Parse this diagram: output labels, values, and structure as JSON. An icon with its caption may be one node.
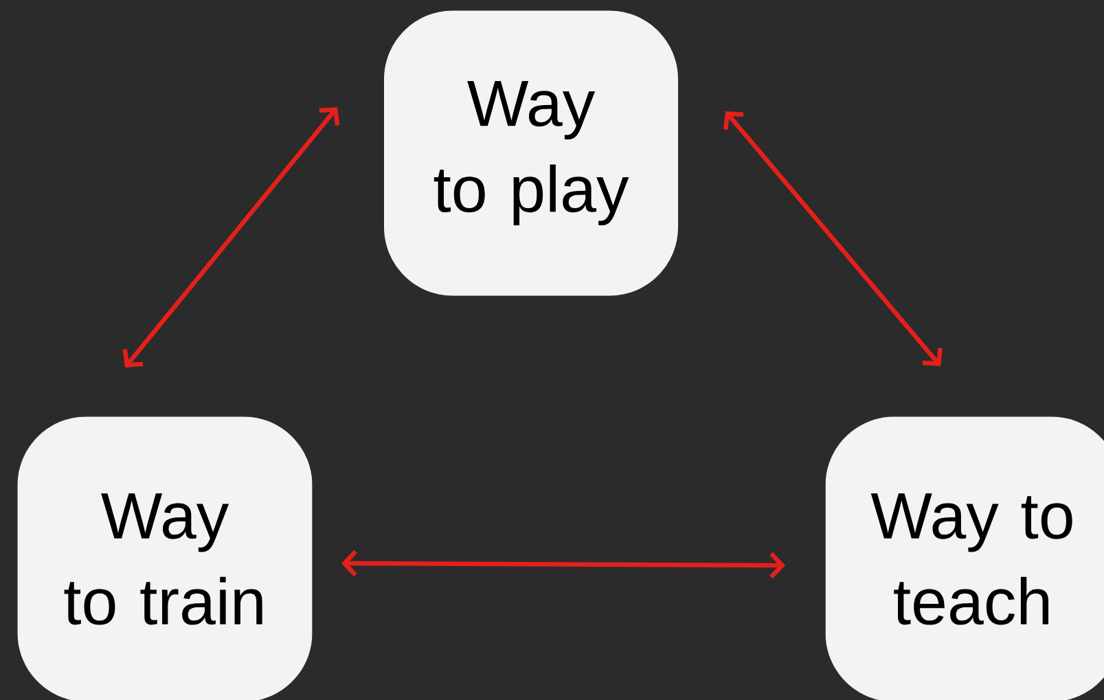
{
  "diagram": {
    "nodes": [
      {
        "text": [
          "Way to play"
        ]
      },
      {
        "text": [
          "Way to train"
        ]
      },
      {
        "text": [
          "Way to teach"
        ]
      }
    ],
    "edges": [
      {
        "from": 1,
        "to": 0,
        "arrow": "both"
      },
      {
        "from": 0,
        "to": 2,
        "arrow": "both"
      },
      {
        "from": 1,
        "to": 2,
        "arrow": "both"
      }
    ]
  }
}
